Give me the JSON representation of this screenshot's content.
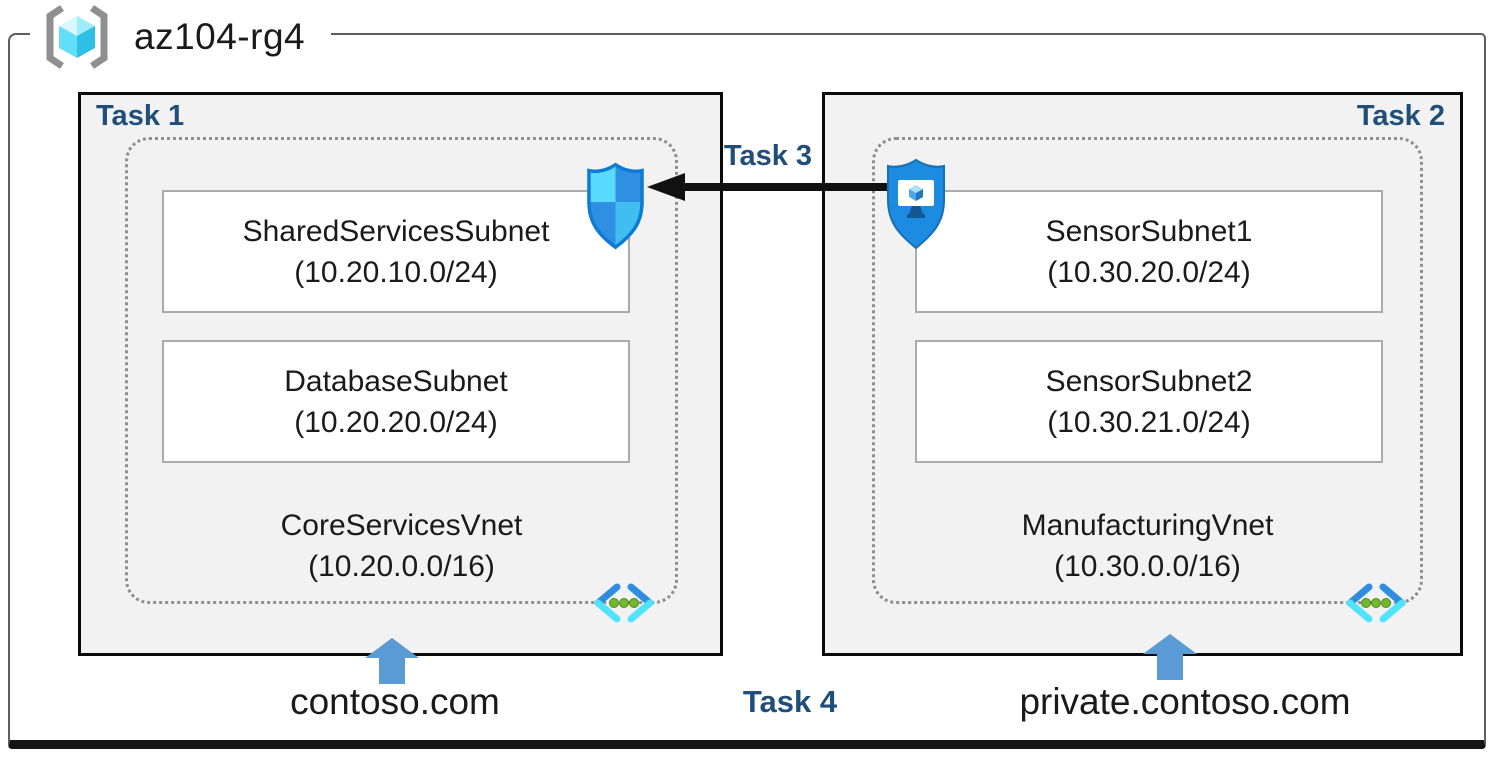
{
  "title": "az104-rg4",
  "groups": {
    "left": {
      "task": "Task 1",
      "subnets": [
        {
          "name": "SharedServicesSubnet",
          "cidr": "(10.20.10.0/24)"
        },
        {
          "name": "DatabaseSubnet",
          "cidr": "(10.20.20.0/24)"
        }
      ],
      "vnet_name": "CoreServicesVnet",
      "vnet_cidr": "(10.20.0.0/16)",
      "domain": "contoso.com"
    },
    "right": {
      "task": "Task 2",
      "subnets": [
        {
          "name": "SensorSubnet1",
          "cidr": "(10.30.20.0/24)"
        },
        {
          "name": "SensorSubnet2",
          "cidr": "(10.30.21.0/24)"
        }
      ],
      "vnet_name": "ManufacturingVnet",
      "vnet_cidr": "(10.30.0.0/16)",
      "domain": "private.contoso.com"
    }
  },
  "labels": {
    "task3": "Task 3",
    "task4": "Task 4"
  },
  "icons": {
    "resource_group": "resource-group-icon",
    "network_security_group": "network-security-group-shield-icon",
    "bastion": "bastion-shield-monitor-icon",
    "virtual_network": "virtual-network-chevrons-icon",
    "up_arrow": "blue-up-arrow",
    "peering_arrow": "black-left-arrow"
  },
  "colors": {
    "task_label": "#1E4E79",
    "group_fill": "#F2F2F2",
    "group_border": "#0A0A0A",
    "dotted_border": "#8F8F8F",
    "subnet_border": "#ABABAB",
    "blue_arrow": "#5B9BD5",
    "frame_border": "#5E5E5E",
    "azure_blue": "#1C8CE3",
    "cyan": "#4FE3FF",
    "green_dot": "#74B62C"
  }
}
